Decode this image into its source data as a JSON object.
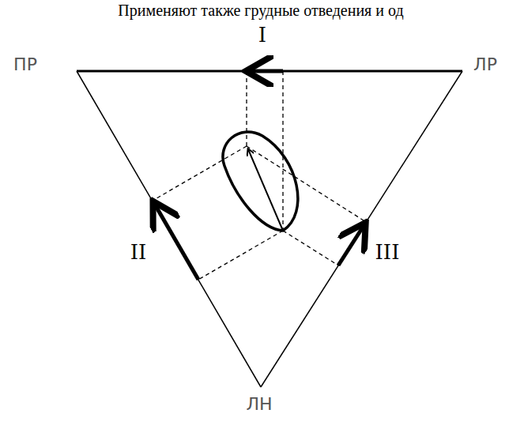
{
  "diagram": {
    "labels": [
      "Применяют также грудные отведения и од",
      "I",
      "ПР",
      "ЛР",
      "II",
      "III",
      "ЛН"
    ]
  }
}
